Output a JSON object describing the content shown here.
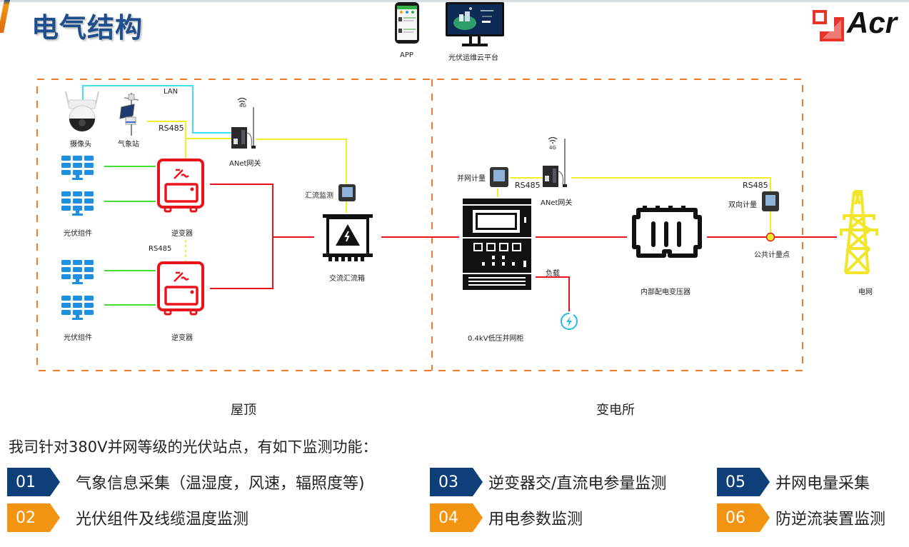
{
  "header": {
    "title": "电气结构",
    "brand_text": "Acr",
    "top_devices": [
      {
        "icon": "smartphone-app-icon",
        "label": "APP"
      },
      {
        "icon": "monitor-platform-icon",
        "label": "光伏运维云平台"
      }
    ]
  },
  "colors": {
    "title_blue": "#1f4e8c",
    "zone_border": "#f07a2a",
    "lan_line": "#3fe0ef",
    "rs485_line": "#f3ee2a",
    "dc_line": "#44dd33",
    "ac_line": "#e8141c",
    "inverter_red": "#e8141c",
    "tower_yellow": "#f1e62a",
    "badge_blue": "#0f3f78",
    "badge_orange": "#f29412"
  },
  "diagram": {
    "zones": {
      "rooftop": "屋顶",
      "substation": "变电所"
    },
    "rooftop": {
      "camera": "摄像头",
      "weather_station": "气象站",
      "lan_label": "LAN",
      "rs485_label_top": "RS485",
      "gateway_label": "ANet网关",
      "gateway_signal": "4G",
      "pv_module_1": "光伏组件",
      "pv_module_2": "光伏组件",
      "inverter_1": "逆变器",
      "inverter_2": "逆变器",
      "rs485_label_mid": "RS485",
      "combiner_monitor": "汇流监测",
      "ac_combiner_box": "交流汇流箱"
    },
    "substation": {
      "grid_meter": "并网计量",
      "rs485_label_left": "RS485",
      "gateway_label": "ANet网关",
      "gateway_signal": "4G",
      "rs485_label_right": "RS485",
      "bidirectional_meter": "双向计量",
      "common_metering_point": "公共计量点",
      "lv_cabinet": "0.4kV低压并网柜",
      "load": "负载",
      "transformer": "内部配电变压器",
      "grid": "电网"
    }
  },
  "features": {
    "intro": "我司针对380V并网等级的光伏站点，有如下监测功能：",
    "items": [
      {
        "num": "01",
        "text": "气象信息采集（温湿度，风速，辐照度等)",
        "color": "blue"
      },
      {
        "num": "02",
        "text": "光伏组件及线缆温度监测",
        "color": "orange"
      },
      {
        "num": "03",
        "text": "逆变器交/直流电参量监测",
        "color": "blue"
      },
      {
        "num": "04",
        "text": "用电参数监测",
        "color": "orange"
      },
      {
        "num": "05",
        "text": "并网电量采集",
        "color": "blue"
      },
      {
        "num": "06",
        "text": "防逆流装置监测",
        "color": "orange"
      }
    ]
  }
}
